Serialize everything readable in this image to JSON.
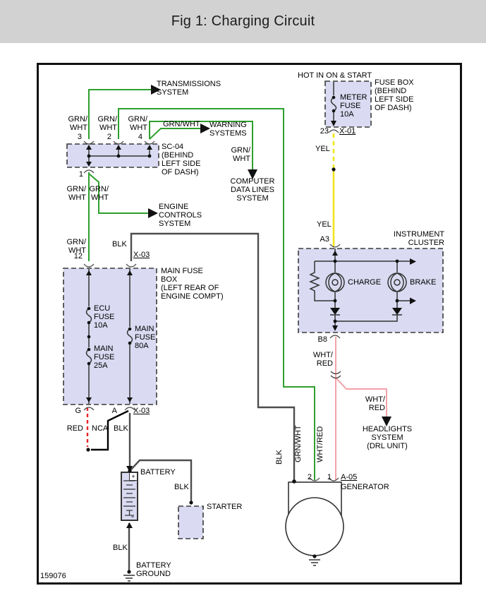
{
  "colors": {
    "header_bg": "#d2d2d2",
    "box_fill": "#dadaf2",
    "green": "#2da02d",
    "yellow": "#f2e51c",
    "pink": "#f4a2a8",
    "red": "#e92427",
    "wire_dark": "#4d4d4d",
    "wire_black": "#111111"
  },
  "header": {
    "title": "Fig 1: Charging Circuit"
  },
  "footer": {
    "figure_id": "159076"
  },
  "wires": {
    "grn_wht": "GRN/\nWHT",
    "grn_wht_inline": "GRN/WHT",
    "blk": "BLK",
    "yel": "YEL",
    "wht_red": "WHT/\nRED",
    "wht_red_inline": "WHT/RED",
    "red": "RED",
    "nca": "NCA"
  },
  "systems": {
    "transmissions": "TRANSMISSIONS\nSYSTEM",
    "warning": "WARNING\nSYSTEMS",
    "computer_data": "COMPUTER\nDATA LINES\nSYSTEM",
    "engine_controls": "ENGINE\nCONTROLS\nSYSTEM",
    "headlights": "HEADLIGHTS\nSYSTEM\n(DRL UNIT)"
  },
  "sc04": {
    "label": "SC-04\n(BEHIND\nLEFT SIDE\nOF DASH)",
    "pin_3": "3",
    "pin_2": "2",
    "pin_4": "4",
    "pin_1": "1"
  },
  "dash_fuse_box": {
    "hot_label": "HOT IN ON & START",
    "fuse": "METER\nFUSE\n10A",
    "label": "FUSE BOX\n(BEHIND\nLEFT SIDE\nOF DASH)",
    "pin_23": "23",
    "connector": "X-01"
  },
  "main_fuse_box": {
    "label": "MAIN FUSE\nBOX\n(LEFT REAR OF\nENGINE COMPT)",
    "ecu_fuse": "ECU\nFUSE\n10A",
    "main_fuse_25": "MAIN\nFUSE\n25A",
    "main_fuse_80": "MAIN\nFUSE\n80A",
    "pin_12": "12",
    "pin_g": "G",
    "pin_a": "A",
    "connector_top": "X-03",
    "connector_bottom": "X-03"
  },
  "instrument_cluster": {
    "label": "INSTRUMENT\nCLUSTER",
    "charge": "CHARGE",
    "brake": "BRAKE",
    "pin_a3": "A3",
    "pin_b8": "B8"
  },
  "battery": {
    "label": "BATTERY",
    "plus": "+",
    "minus": "-",
    "ground": "BATTERY\nGROUND"
  },
  "starter": {
    "label": "STARTER"
  },
  "generator": {
    "label": "GENERATOR",
    "id": "A-05",
    "pin_2": "2",
    "pin_1": "1"
  }
}
